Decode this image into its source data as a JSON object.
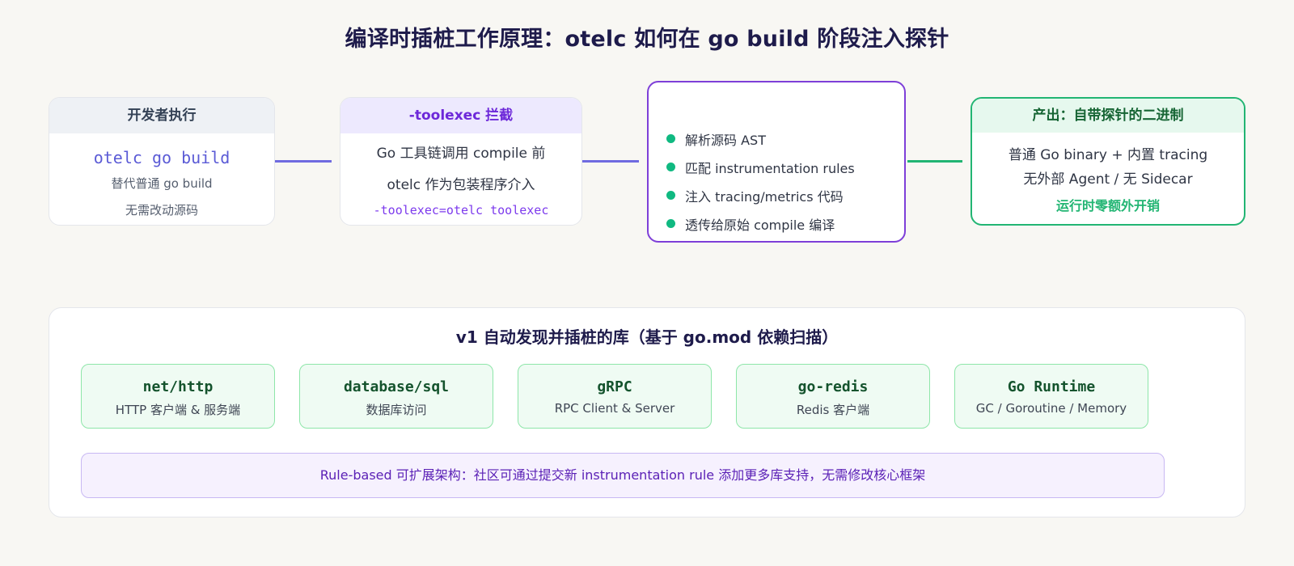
{
  "title": "编译时插桩工作原理：otelc 如何在 go build 阶段注入探针",
  "flow": {
    "developer": {
      "header": "开发者执行",
      "command": "otelc go build",
      "lines": [
        "替代普通 go build",
        "无需改动源码"
      ]
    },
    "toolexec": {
      "header": "-toolexec 拦截",
      "lines": [
        "Go 工具链调用 compile 前",
        "otelc 作为包装程序介入"
      ],
      "flag": "-toolexec=otelc toolexec"
    },
    "steps": [
      "解析源码 AST",
      "匹配 instrumentation rules",
      "注入 tracing/metrics 代码",
      "透传给原始 compile 编译"
    ],
    "output": {
      "header": "产出：自带探针的二进制",
      "lines": [
        "普通 Go binary + 内置 tracing",
        "无外部 Agent / 无 Sidecar"
      ],
      "highlight": "运行时零额外开销"
    }
  },
  "libraries": {
    "title": "v1 自动发现并插桩的库（基于 go.mod 依赖扫描）",
    "items": [
      {
        "name": "net/http",
        "desc": "HTTP 客户端 & 服务端"
      },
      {
        "name": "database/sql",
        "desc": "数据库访问"
      },
      {
        "name": "gRPC",
        "desc": "RPC Client & Server"
      },
      {
        "name": "go-redis",
        "desc": "Redis 客户端"
      },
      {
        "name": "Go Runtime",
        "desc": "GC / Goroutine / Memory"
      }
    ],
    "note": "Rule-based 可扩展架构：社区可通过提交新 instrumentation rule 添加更多库支持，无需修改核心框架"
  },
  "colors": {
    "accent_purple": "#7e3fd8",
    "accent_green": "#22b573",
    "connector_blue": "#6f6be0"
  }
}
